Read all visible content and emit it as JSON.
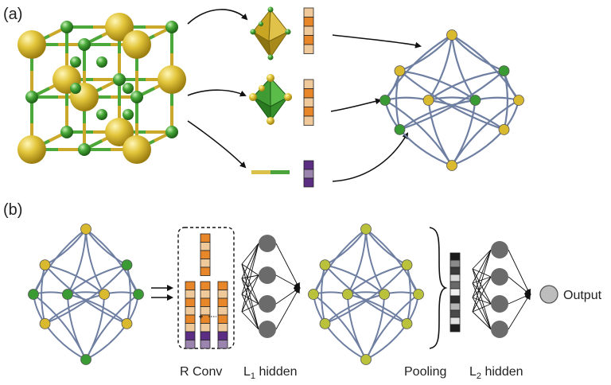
{
  "panels": {
    "a": "(a)",
    "b": "(b)"
  },
  "labels": {
    "r_conv": "R Conv",
    "l1_prefix": "L",
    "l1_sub": "1",
    "l1_suffix": " hidden",
    "pooling": "Pooling",
    "l2_prefix": "L",
    "l2_sub": "2",
    "l2_suffix": " hidden",
    "output": "Output"
  },
  "colors": {
    "gold": "#d9b92e",
    "green": "#3a9a34",
    "edge": "#6f7fa2",
    "orange": "#e8872a",
    "tan": "#efc99a",
    "purple": "#5b2d83",
    "mauve": "#9b84ad",
    "neuron": "#6b6b6b",
    "yellow_green": "#b9c23a"
  },
  "icons": [
    "crystal-lattice-icon",
    "octahedron-icon",
    "bond-stick-icon",
    "feature-vector-icon",
    "arrow-icon",
    "curly-brace-icon"
  ]
}
